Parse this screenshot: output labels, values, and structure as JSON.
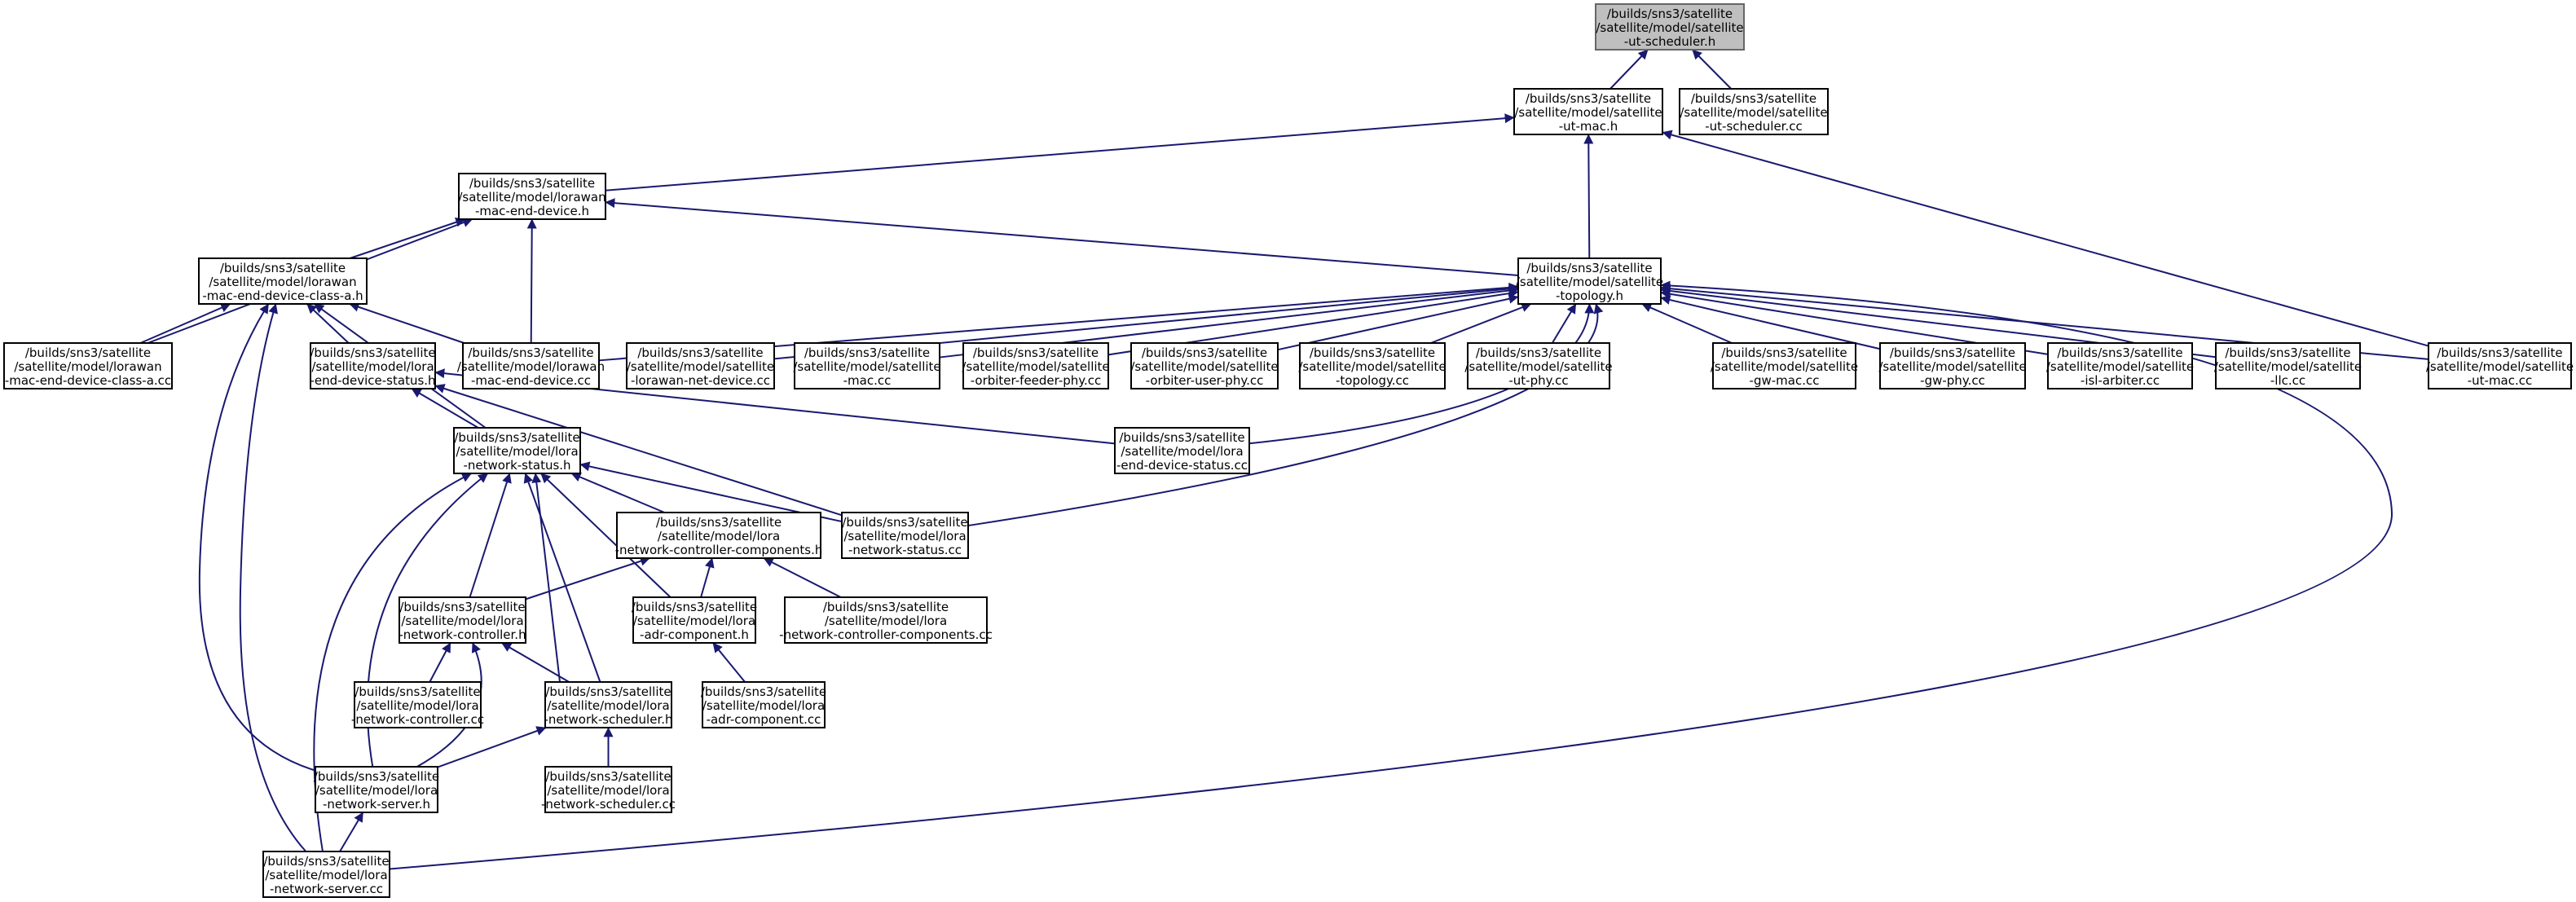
{
  "colors": {
    "edge": "#191970",
    "node_fill": "#ffffff",
    "node_border": "#000000",
    "root_fill": "#bfbfbf"
  },
  "nodes": [
    {
      "id": "ut_sched_h",
      "root": true,
      "lines": [
        "/builds/sns3/satellite",
        "/satellite/model/satellite",
        "-ut-scheduler.h"
      ]
    },
    {
      "id": "ut_mac_h",
      "lines": [
        "/builds/sns3/satellite",
        "/satellite/model/satellite",
        "-ut-mac.h"
      ]
    },
    {
      "id": "ut_sched_cc",
      "lines": [
        "/builds/sns3/satellite",
        "/satellite/model/satellite",
        "-ut-scheduler.cc"
      ]
    },
    {
      "id": "lorawan_med_h",
      "lines": [
        "/builds/sns3/satellite",
        "/satellite/model/lorawan",
        "-mac-end-device.h"
      ]
    },
    {
      "id": "topology_h",
      "lines": [
        "/builds/sns3/satellite",
        "/satellite/model/satellite",
        "-topology.h"
      ]
    },
    {
      "id": "lorawan_medca_h",
      "lines": [
        "/builds/sns3/satellite",
        "/satellite/model/lorawan",
        "-mac-end-device-class-a.h"
      ]
    },
    {
      "id": "lorawan_medca_cc",
      "lines": [
        "/builds/sns3/satellite",
        "/satellite/model/lorawan",
        "-mac-end-device-class-a.cc"
      ]
    },
    {
      "id": "fora_eds_h",
      "lines": [
        "/builds/sns3/satellite",
        "/satellite/model/lora",
        "-end-device-status.h"
      ]
    },
    {
      "id": "lorawan_med_cc",
      "lines": [
        "/builds/sns3/satellite",
        "/satellite/model/lorawan",
        "-mac-end-device.cc"
      ]
    },
    {
      "id": "lorawan_nd_cc",
      "lines": [
        "/builds/sns3/satellite",
        "/satellite/model/satellite",
        "-lorawan-net-device.cc"
      ]
    },
    {
      "id": "mac_cc",
      "lines": [
        "/builds/sns3/satellite",
        "/satellite/model/satellite",
        "-mac.cc"
      ]
    },
    {
      "id": "ofp_cc",
      "lines": [
        "/builds/sns3/satellite",
        "/satellite/model/satellite",
        "-orbiter-feeder-phy.cc"
      ]
    },
    {
      "id": "oup_cc",
      "lines": [
        "/builds/sns3/satellite",
        "/satellite/model/satellite",
        "-orbiter-user-phy.cc"
      ]
    },
    {
      "id": "topology_cc",
      "lines": [
        "/builds/sns3/satellite",
        "/satellite/model/satellite",
        "-topology.cc"
      ]
    },
    {
      "id": "utphy_cc",
      "lines": [
        "/builds/sns3/satellite",
        "/satellite/model/satellite",
        "-ut-phy.cc"
      ]
    },
    {
      "id": "gwmac_cc",
      "lines": [
        "/builds/sns3/satellite",
        "/satellite/model/satellite",
        "-gw-mac.cc"
      ]
    },
    {
      "id": "gwphy_cc",
      "lines": [
        "/builds/sns3/satellite",
        "/satellite/model/satellite",
        "-gw-phy.cc"
      ]
    },
    {
      "id": "isl_cc",
      "lines": [
        "/builds/sns3/satellite",
        "/satellite/model/satellite",
        "-isl-arbiter.cc"
      ]
    },
    {
      "id": "llc_cc",
      "lines": [
        "/builds/sns3/satellite",
        "/satellite/model/satellite",
        "-llc.cc"
      ]
    },
    {
      "id": "utmac_cc",
      "lines": [
        "/builds/sns3/satellite",
        "/satellite/model/satellite",
        "-ut-mac.cc"
      ]
    },
    {
      "id": "fora_ns_h",
      "lines": [
        "/builds/sns3/satellite",
        "/satellite/model/lora",
        "-network-status.h"
      ]
    },
    {
      "id": "fora_eds_cc",
      "lines": [
        "/builds/sns3/satellite",
        "/satellite/model/lora",
        "-end-device-status.cc"
      ]
    },
    {
      "id": "fora_ncc_h",
      "lines": [
        "/builds/sns3/satellite",
        "/satellite/model/lora",
        "-network-controller-components.h"
      ]
    },
    {
      "id": "fora_ns_cc",
      "lines": [
        "/builds/sns3/satellite",
        "/satellite/model/lora",
        "-network-status.cc"
      ]
    },
    {
      "id": "fora_nc_h",
      "lines": [
        "/builds/sns3/satellite",
        "/satellite/model/lora",
        "-network-controller.h"
      ]
    },
    {
      "id": "fora_adr_h",
      "lines": [
        "/builds/sns3/satellite",
        "/satellite/model/lora",
        "-adr-component.h"
      ]
    },
    {
      "id": "fora_ncc_cc",
      "lines": [
        "/builds/sns3/satellite",
        "/satellite/model/lora",
        "-network-controller-components.cc"
      ]
    },
    {
      "id": "fora_nc_cc",
      "lines": [
        "/builds/sns3/satellite",
        "/satellite/model/lora",
        "-network-controller.cc"
      ]
    },
    {
      "id": "fora_nsch_h",
      "lines": [
        "/builds/sns3/satellite",
        "/satellite/model/lora",
        "-network-scheduler.h"
      ]
    },
    {
      "id": "fora_adr_cc",
      "lines": [
        "/builds/sns3/satellite",
        "/satellite/model/lora",
        "-adr-component.cc"
      ]
    },
    {
      "id": "fora_nsrv_h",
      "lines": [
        "/builds/sns3/satellite",
        "/satellite/model/lora",
        "-network-server.h"
      ]
    },
    {
      "id": "fora_nsch_cc",
      "lines": [
        "/builds/sns3/satellite",
        "/satellite/model/lora",
        "-network-scheduler.cc"
      ]
    },
    {
      "id": "fora_nsrv_cc",
      "lines": [
        "/builds/sns3/satellite",
        "/satellite/model/lora",
        "-network-server.cc"
      ]
    }
  ],
  "edges": [
    {
      "from": "ut_mac_h",
      "to": "ut_sched_h"
    },
    {
      "from": "ut_sched_cc",
      "to": "ut_sched_h"
    },
    {
      "from": "lorawan_med_h",
      "to": "ut_mac_h"
    },
    {
      "from": "topology_h",
      "to": "ut_mac_h"
    },
    {
      "from": "utmac_cc",
      "to": "ut_mac_h"
    },
    {
      "from": "topology_h",
      "to": "lorawan_med_h"
    },
    {
      "from": "lorawan_medca_h",
      "to": "lorawan_med_h"
    },
    {
      "from": "lorawan_med_cc",
      "to": "lorawan_med_h"
    },
    {
      "from": "lorawan_medca_cc",
      "to": "lorawan_med_h"
    },
    {
      "from": "lorawan_medca_cc",
      "to": "lorawan_medca_h"
    },
    {
      "from": "fora_eds_h",
      "to": "lorawan_medca_h"
    },
    {
      "from": "lorawan_med_cc",
      "to": "lorawan_medca_h"
    },
    {
      "from": "fora_ns_h",
      "to": "lorawan_medca_h"
    },
    {
      "from": "fora_nsrv_h",
      "to": "lorawan_medca_h"
    },
    {
      "from": "fora_nsrv_cc",
      "to": "lorawan_medca_h"
    },
    {
      "from": "lorawan_med_cc",
      "to": "topology_h"
    },
    {
      "from": "lorawan_nd_cc",
      "to": "topology_h"
    },
    {
      "from": "mac_cc",
      "to": "topology_h"
    },
    {
      "from": "ofp_cc",
      "to": "topology_h"
    },
    {
      "from": "oup_cc",
      "to": "topology_h"
    },
    {
      "from": "topology_cc",
      "to": "topology_h"
    },
    {
      "from": "utphy_cc",
      "to": "topology_h"
    },
    {
      "from": "gwmac_cc",
      "to": "topology_h"
    },
    {
      "from": "gwphy_cc",
      "to": "topology_h"
    },
    {
      "from": "isl_cc",
      "to": "topology_h"
    },
    {
      "from": "llc_cc",
      "to": "topology_h"
    },
    {
      "from": "utmac_cc",
      "to": "topology_h"
    },
    {
      "from": "fora_eds_cc",
      "to": "topology_h"
    },
    {
      "from": "fora_ns_cc",
      "to": "topology_h"
    },
    {
      "from": "fora_nsrv_cc",
      "to": "topology_h"
    },
    {
      "from": "fora_ns_h",
      "to": "fora_eds_h"
    },
    {
      "from": "fora_eds_cc",
      "to": "fora_eds_h"
    },
    {
      "from": "fora_ns_cc",
      "to": "fora_eds_h"
    },
    {
      "from": "fora_ncc_h",
      "to": "fora_ns_h"
    },
    {
      "from": "fora_ns_cc",
      "to": "fora_ns_h"
    },
    {
      "from": "fora_nc_h",
      "to": "fora_ns_h"
    },
    {
      "from": "fora_adr_h",
      "to": "fora_ns_h"
    },
    {
      "from": "fora_nsch_h",
      "to": "fora_ns_h"
    },
    {
      "from": "fora_nsrv_h",
      "to": "fora_ns_h"
    },
    {
      "from": "fora_nsrv_cc",
      "to": "fora_ns_h"
    },
    {
      "from": "fora_nc_h",
      "to": "fora_ncc_h"
    },
    {
      "from": "fora_adr_h",
      "to": "fora_ncc_h"
    },
    {
      "from": "fora_ncc_cc",
      "to": "fora_ncc_h"
    },
    {
      "from": "fora_nc_cc",
      "to": "fora_nc_h"
    },
    {
      "from": "fora_nsch_h",
      "to": "fora_nc_h"
    },
    {
      "from": "fora_nsrv_h",
      "to": "fora_nc_h"
    },
    {
      "from": "fora_adr_cc",
      "to": "fora_adr_h"
    },
    {
      "from": "fora_nsrv_h",
      "to": "fora_nsch_h"
    },
    {
      "from": "fora_nsch_cc",
      "to": "fora_nsch_h"
    },
    {
      "from": "fora_nsrv_cc",
      "to": "fora_nsrv_h"
    }
  ]
}
